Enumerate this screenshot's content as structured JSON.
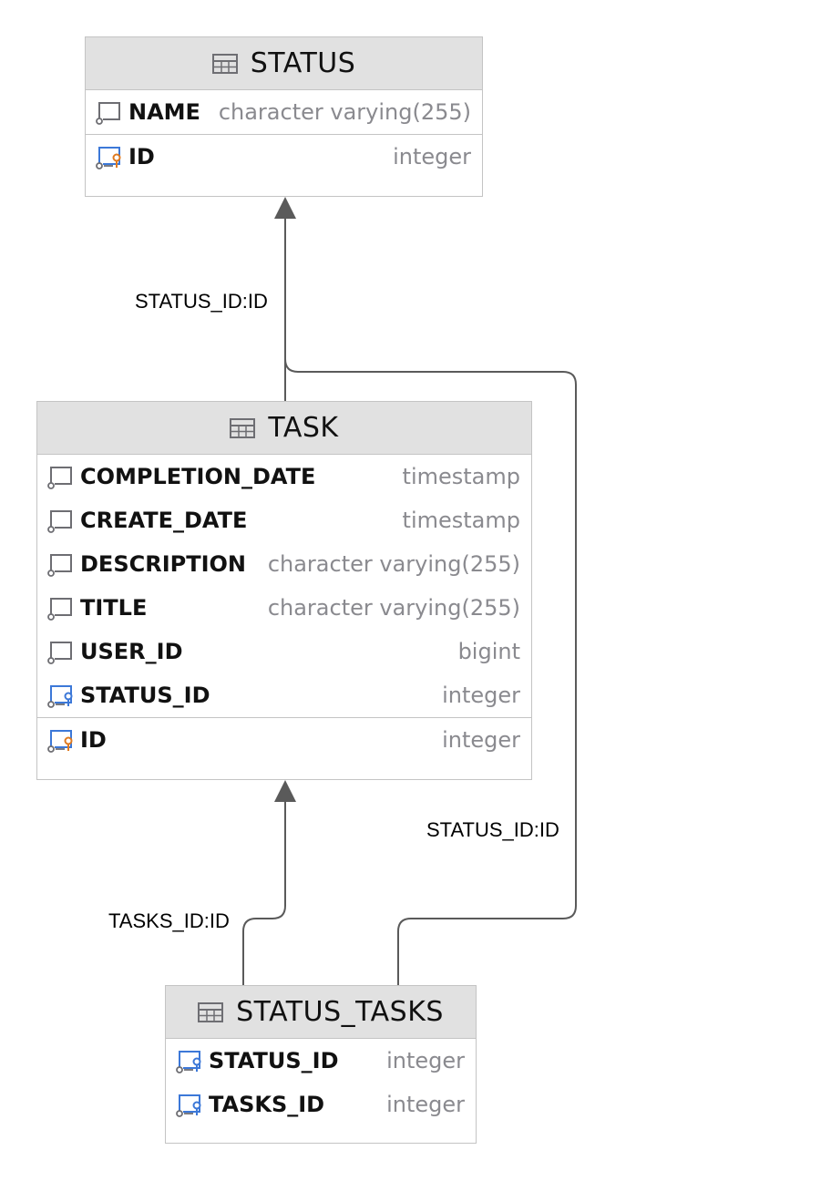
{
  "tables": {
    "status": {
      "title": "STATUS",
      "columns": [
        {
          "name": "NAME",
          "type": "character varying(255)",
          "kind": "column"
        }
      ],
      "pk_columns": [
        {
          "name": "ID",
          "type": "integer",
          "kind": "primary-key"
        }
      ]
    },
    "task": {
      "title": "TASK",
      "columns": [
        {
          "name": "COMPLETION_DATE",
          "type": "timestamp",
          "kind": "column"
        },
        {
          "name": "CREATE_DATE",
          "type": "timestamp",
          "kind": "column"
        },
        {
          "name": "DESCRIPTION",
          "type": "character varying(255)",
          "kind": "column"
        },
        {
          "name": "TITLE",
          "type": "character varying(255)",
          "kind": "column"
        },
        {
          "name": "USER_ID",
          "type": "bigint",
          "kind": "column"
        },
        {
          "name": "STATUS_ID",
          "type": "integer",
          "kind": "foreign-key"
        }
      ],
      "pk_columns": [
        {
          "name": "ID",
          "type": "integer",
          "kind": "primary-key"
        }
      ]
    },
    "status_tasks": {
      "title": "STATUS_TASKS",
      "columns": [
        {
          "name": "STATUS_ID",
          "type": "integer",
          "kind": "foreign-key"
        },
        {
          "name": "TASKS_ID",
          "type": "integer",
          "kind": "foreign-key"
        }
      ],
      "pk_columns": []
    }
  },
  "relationships": [
    {
      "from": "TASK",
      "to": "STATUS",
      "label": "STATUS_ID:ID"
    },
    {
      "from": "STATUS_TASKS",
      "to": "STATUS",
      "label": "STATUS_ID:ID"
    },
    {
      "from": "STATUS_TASKS",
      "to": "TASK",
      "label": "TASKS_ID:ID"
    }
  ],
  "colors": {
    "header_bg": "#e1e1e1",
    "border": "#c4c4c4",
    "column_name": "#111111",
    "column_type": "#8a8a8f",
    "icon_gray": "#6e6e73",
    "icon_blue": "#3c78d8",
    "primary_key_orange": "#e07a1f",
    "connector": "#5a5a5a"
  }
}
